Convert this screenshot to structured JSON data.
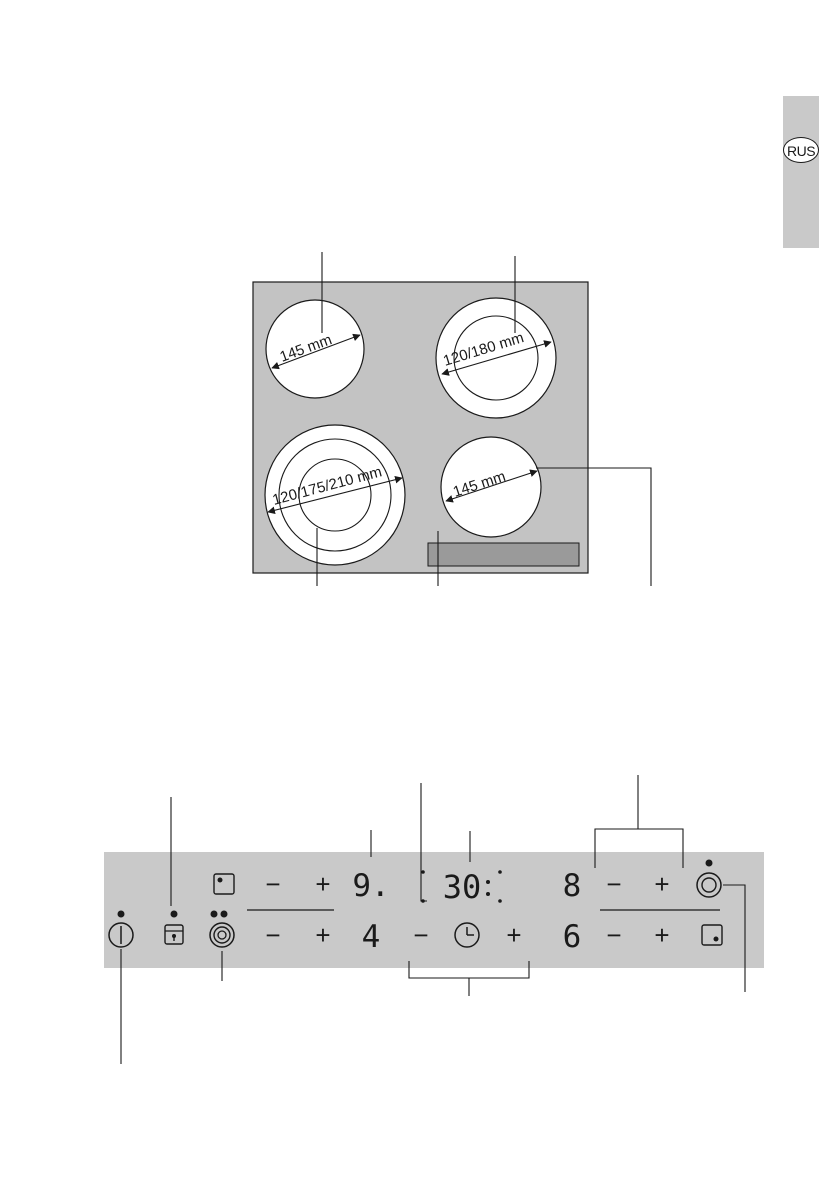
{
  "header": {
    "language_badge": "RUS"
  },
  "hob": {
    "zones": [
      {
        "id": "back-left",
        "label": "145 mm"
      },
      {
        "id": "back-right",
        "label": "120/180 mm"
      },
      {
        "id": "front-left",
        "label": "120/175/210 mm"
      },
      {
        "id": "front-right",
        "label": "145 mm"
      }
    ]
  },
  "control_panel": {
    "minus": "−",
    "plus": "+",
    "top_left_level": "9.",
    "bottom_left_level": "4",
    "timer_display": "30",
    "top_right_level": "8",
    "bottom_right_level": "6"
  }
}
